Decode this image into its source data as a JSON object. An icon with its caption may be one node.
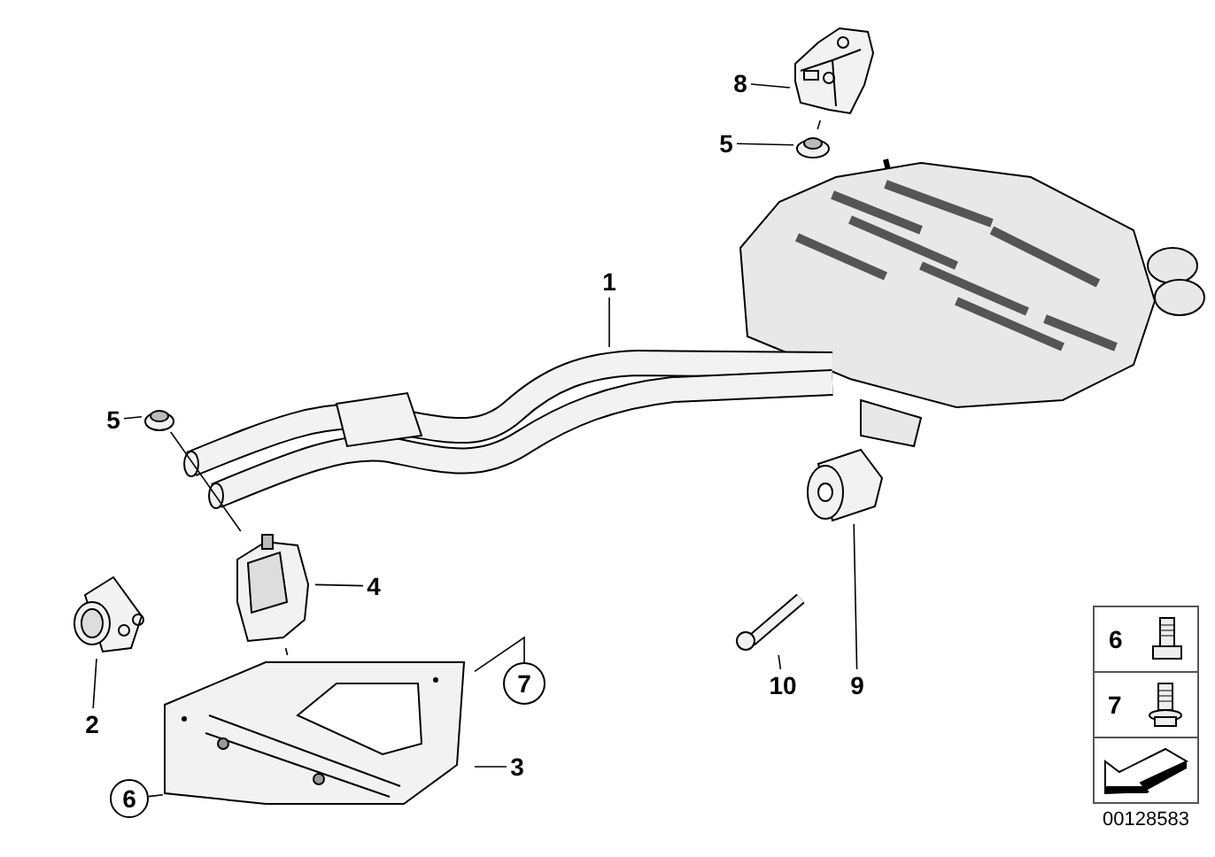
{
  "diagram": {
    "nodes": [
      {
        "text": [
          "8"
        ]
      },
      {
        "text": [
          "5"
        ]
      },
      {
        "text": [
          "1"
        ]
      },
      {
        "text": [
          "5"
        ]
      },
      {
        "text": [
          "4"
        ]
      },
      {
        "text": [
          "10"
        ]
      },
      {
        "text": [
          "9"
        ]
      },
      {
        "text": [
          "2"
        ]
      },
      {
        "text": [
          "7"
        ]
      },
      {
        "text": [
          "3"
        ]
      },
      {
        "text": [
          "6"
        ]
      },
      {
        "text": [],
        "shape": "picture"
      },
      {
        "text": [],
        "shape": "picture"
      },
      {
        "text": [],
        "shape": "picture"
      },
      {
        "text": [],
        "shape": "picture"
      },
      {
        "text": [],
        "shape": "picture"
      },
      {
        "text": [],
        "shape": "picture"
      },
      {
        "text": [],
        "shape": "picture"
      },
      {
        "text": [],
        "shape": "picture"
      },
      {
        "text": [],
        "shape": "picture"
      }
    ],
    "edges": [
      {
        "from": 0,
        "to": 11,
        "arrow": "none"
      },
      {
        "from": 1,
        "to": 12,
        "arrow": "none"
      },
      {
        "from": 2,
        "to": 13,
        "arrow": "none"
      },
      {
        "from": 3,
        "to": 14,
        "arrow": "none"
      },
      {
        "from": 4,
        "to": 15,
        "arrow": "none"
      },
      {
        "from": 5,
        "to": 16,
        "arrow": "none"
      },
      {
        "from": 6,
        "to": 17,
        "arrow": "none"
      },
      {
        "from": 7,
        "to": 18,
        "arrow": "none"
      },
      {
        "from": 8,
        "to": 19,
        "arrow": "none"
      },
      {
        "from": 9,
        "to": 19,
        "arrow": "none"
      },
      {
        "from": 10,
        "to": 19,
        "arrow": "none"
      },
      {
        "from": 14,
        "to": 15,
        "arrow": "none"
      },
      {
        "from": 15,
        "to": 19,
        "arrow": "none"
      },
      {
        "from": 11,
        "to": 12,
        "arrow": "none"
      }
    ],
    "labels": [
      "6",
      "7",
      "00128583"
    ]
  }
}
